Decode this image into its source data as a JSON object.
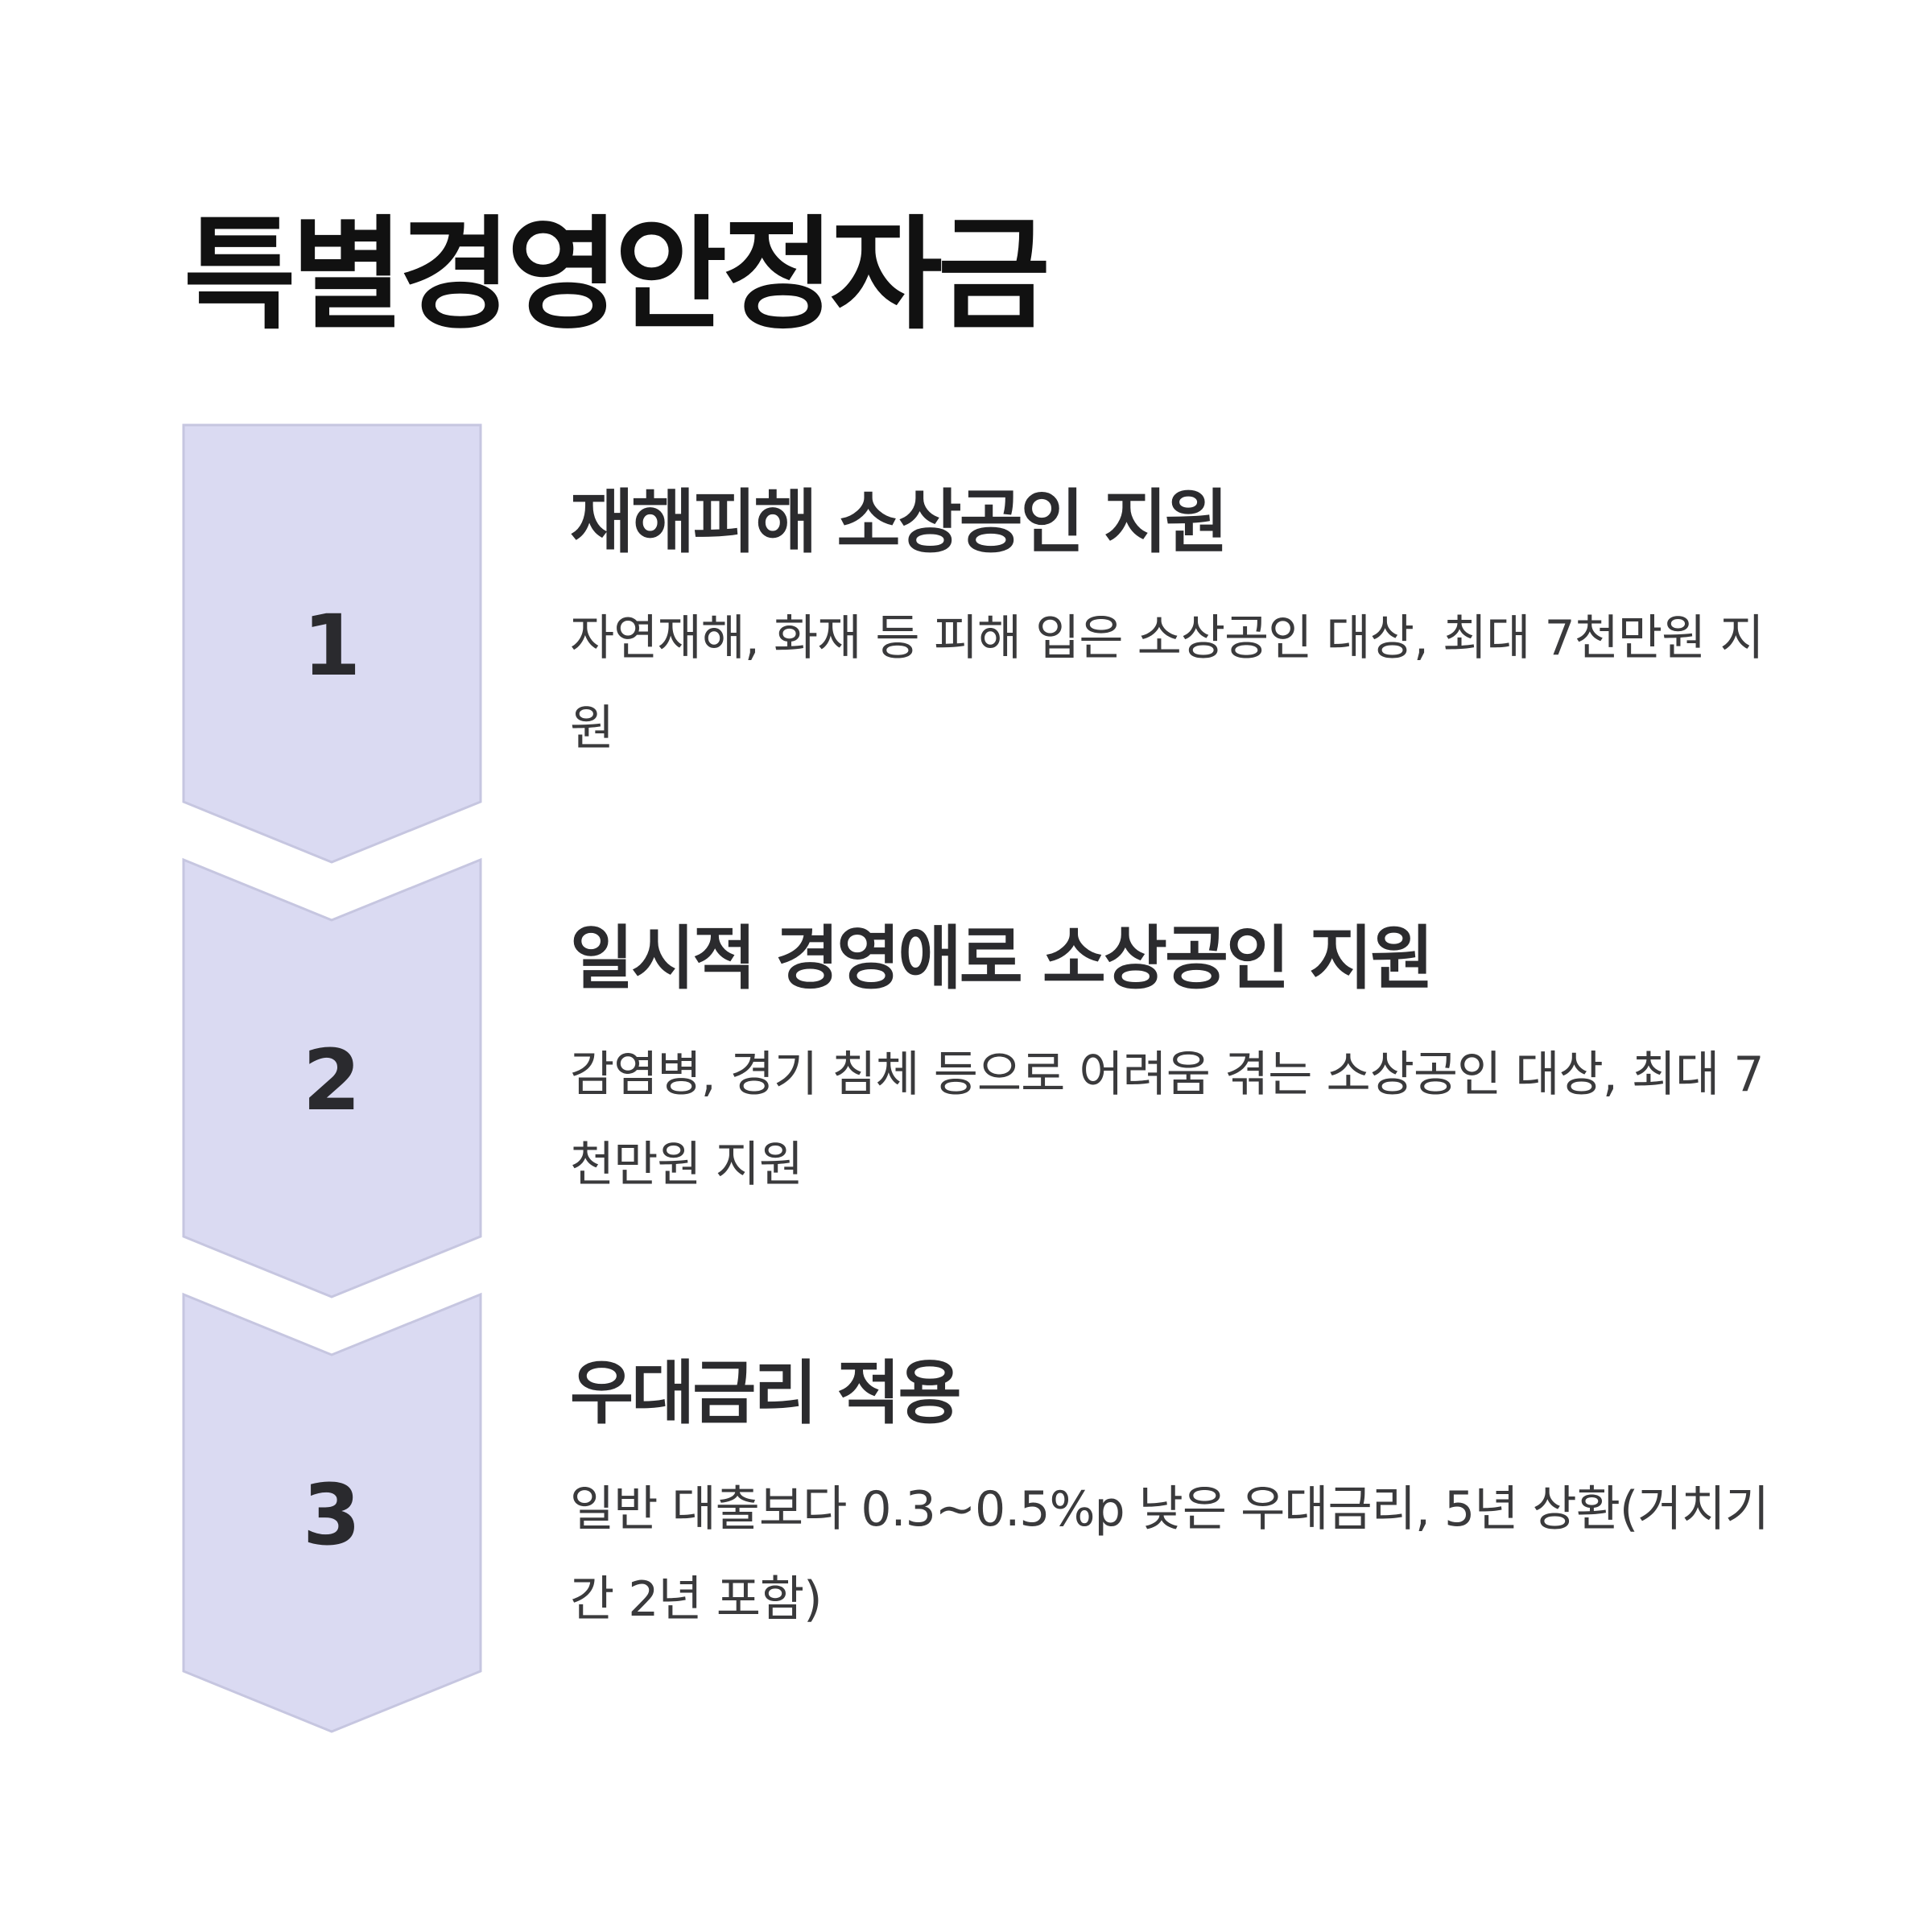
{
  "title": "특별경영안정자금",
  "colors": {
    "chevron_fill": "#dadaf2",
    "chevron_stroke": "#c6c6e0",
    "title_text": "#111111",
    "body_text": "#3a3a3c"
  },
  "steps": [
    {
      "number": "1",
      "title": "재해피해 소상공인 지원",
      "description": "자연재해, 화재 등 피해 입은 소상공인 대상, 최대 7천만원 지원"
    },
    {
      "number": "2",
      "title": "일시적 경영애로 소상공인 지원",
      "description": "감염병, 경기 침체 등으로 어려움 겪는 소상공인 대상, 최대 7천만원 지원"
    },
    {
      "number": "3",
      "title": "우대금리 적용",
      "description": "일반 대출보다 0.3~0.5%p 낮은 우대금리, 5년 상환(거치기간 2년 포함)"
    }
  ]
}
